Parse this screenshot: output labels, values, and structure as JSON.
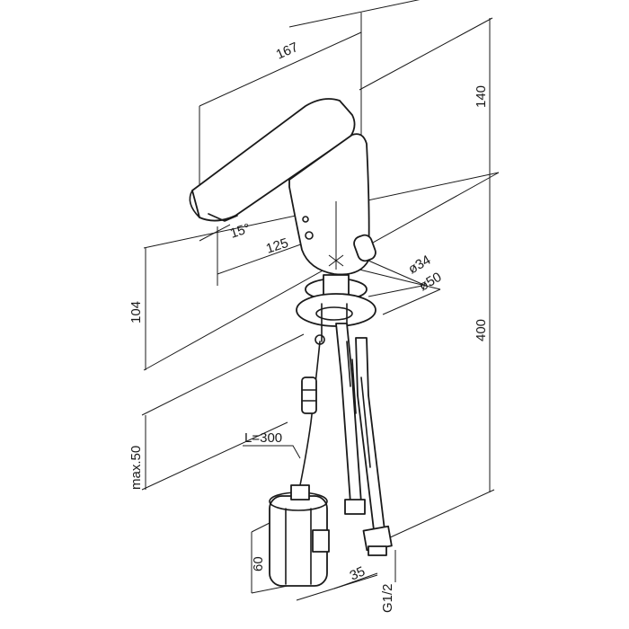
{
  "dimensions": {
    "overall_length": "167",
    "height_above_deck": "140",
    "spout_reach": "125",
    "spout_angle": "15°",
    "inlet_diameter": "ø34",
    "flange_diameter": "ø50",
    "deck_to_spout": "104",
    "total_height": "400",
    "deck_thickness": "max.50",
    "cable_length": "L=300",
    "battery_height": "60",
    "battery_width": "35",
    "thread": "G1/2"
  }
}
